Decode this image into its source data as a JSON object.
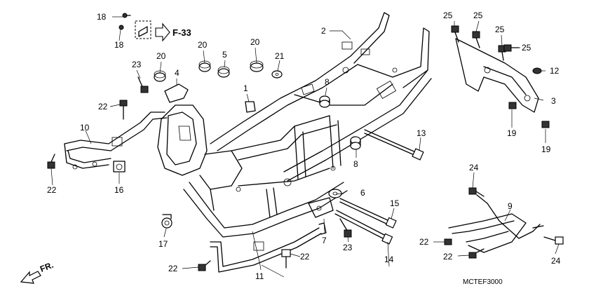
{
  "diagram": {
    "reference": {
      "label": "F-33"
    },
    "code": "MCTEF3000",
    "direction": "FR.",
    "callouts": [
      {
        "id": "c1",
        "text": "1"
      },
      {
        "id": "c2",
        "text": "2"
      },
      {
        "id": "c3",
        "text": "3"
      },
      {
        "id": "c4",
        "text": "4"
      },
      {
        "id": "c5",
        "text": "5"
      },
      {
        "id": "c6",
        "text": "6"
      },
      {
        "id": "c7",
        "text": "7"
      },
      {
        "id": "c8a",
        "text": "8"
      },
      {
        "id": "c8b",
        "text": "8"
      },
      {
        "id": "c9",
        "text": "9"
      },
      {
        "id": "c10",
        "text": "10"
      },
      {
        "id": "c11",
        "text": "11"
      },
      {
        "id": "c12",
        "text": "12"
      },
      {
        "id": "c13",
        "text": "13"
      },
      {
        "id": "c14",
        "text": "14"
      },
      {
        "id": "c15",
        "text": "15"
      },
      {
        "id": "c16",
        "text": "16"
      },
      {
        "id": "c17",
        "text": "17"
      },
      {
        "id": "c18a",
        "text": "18"
      },
      {
        "id": "c18b",
        "text": "18"
      },
      {
        "id": "c19a",
        "text": "19"
      },
      {
        "id": "c19b",
        "text": "19"
      },
      {
        "id": "c20a",
        "text": "20"
      },
      {
        "id": "c20b",
        "text": "20"
      },
      {
        "id": "c20c",
        "text": "20"
      },
      {
        "id": "c21",
        "text": "21"
      },
      {
        "id": "c22a",
        "text": "22"
      },
      {
        "id": "c22b",
        "text": "22"
      },
      {
        "id": "c22c",
        "text": "22"
      },
      {
        "id": "c22d",
        "text": "22"
      },
      {
        "id": "c22e",
        "text": "22"
      },
      {
        "id": "c22f",
        "text": "22"
      },
      {
        "id": "c23a",
        "text": "23"
      },
      {
        "id": "c23b",
        "text": "23"
      },
      {
        "id": "c24a",
        "text": "24"
      },
      {
        "id": "c24b",
        "text": "24"
      },
      {
        "id": "c25a",
        "text": "25"
      },
      {
        "id": "c25b",
        "text": "25"
      },
      {
        "id": "c25c",
        "text": "25"
      },
      {
        "id": "c25d",
        "text": "25"
      }
    ]
  }
}
